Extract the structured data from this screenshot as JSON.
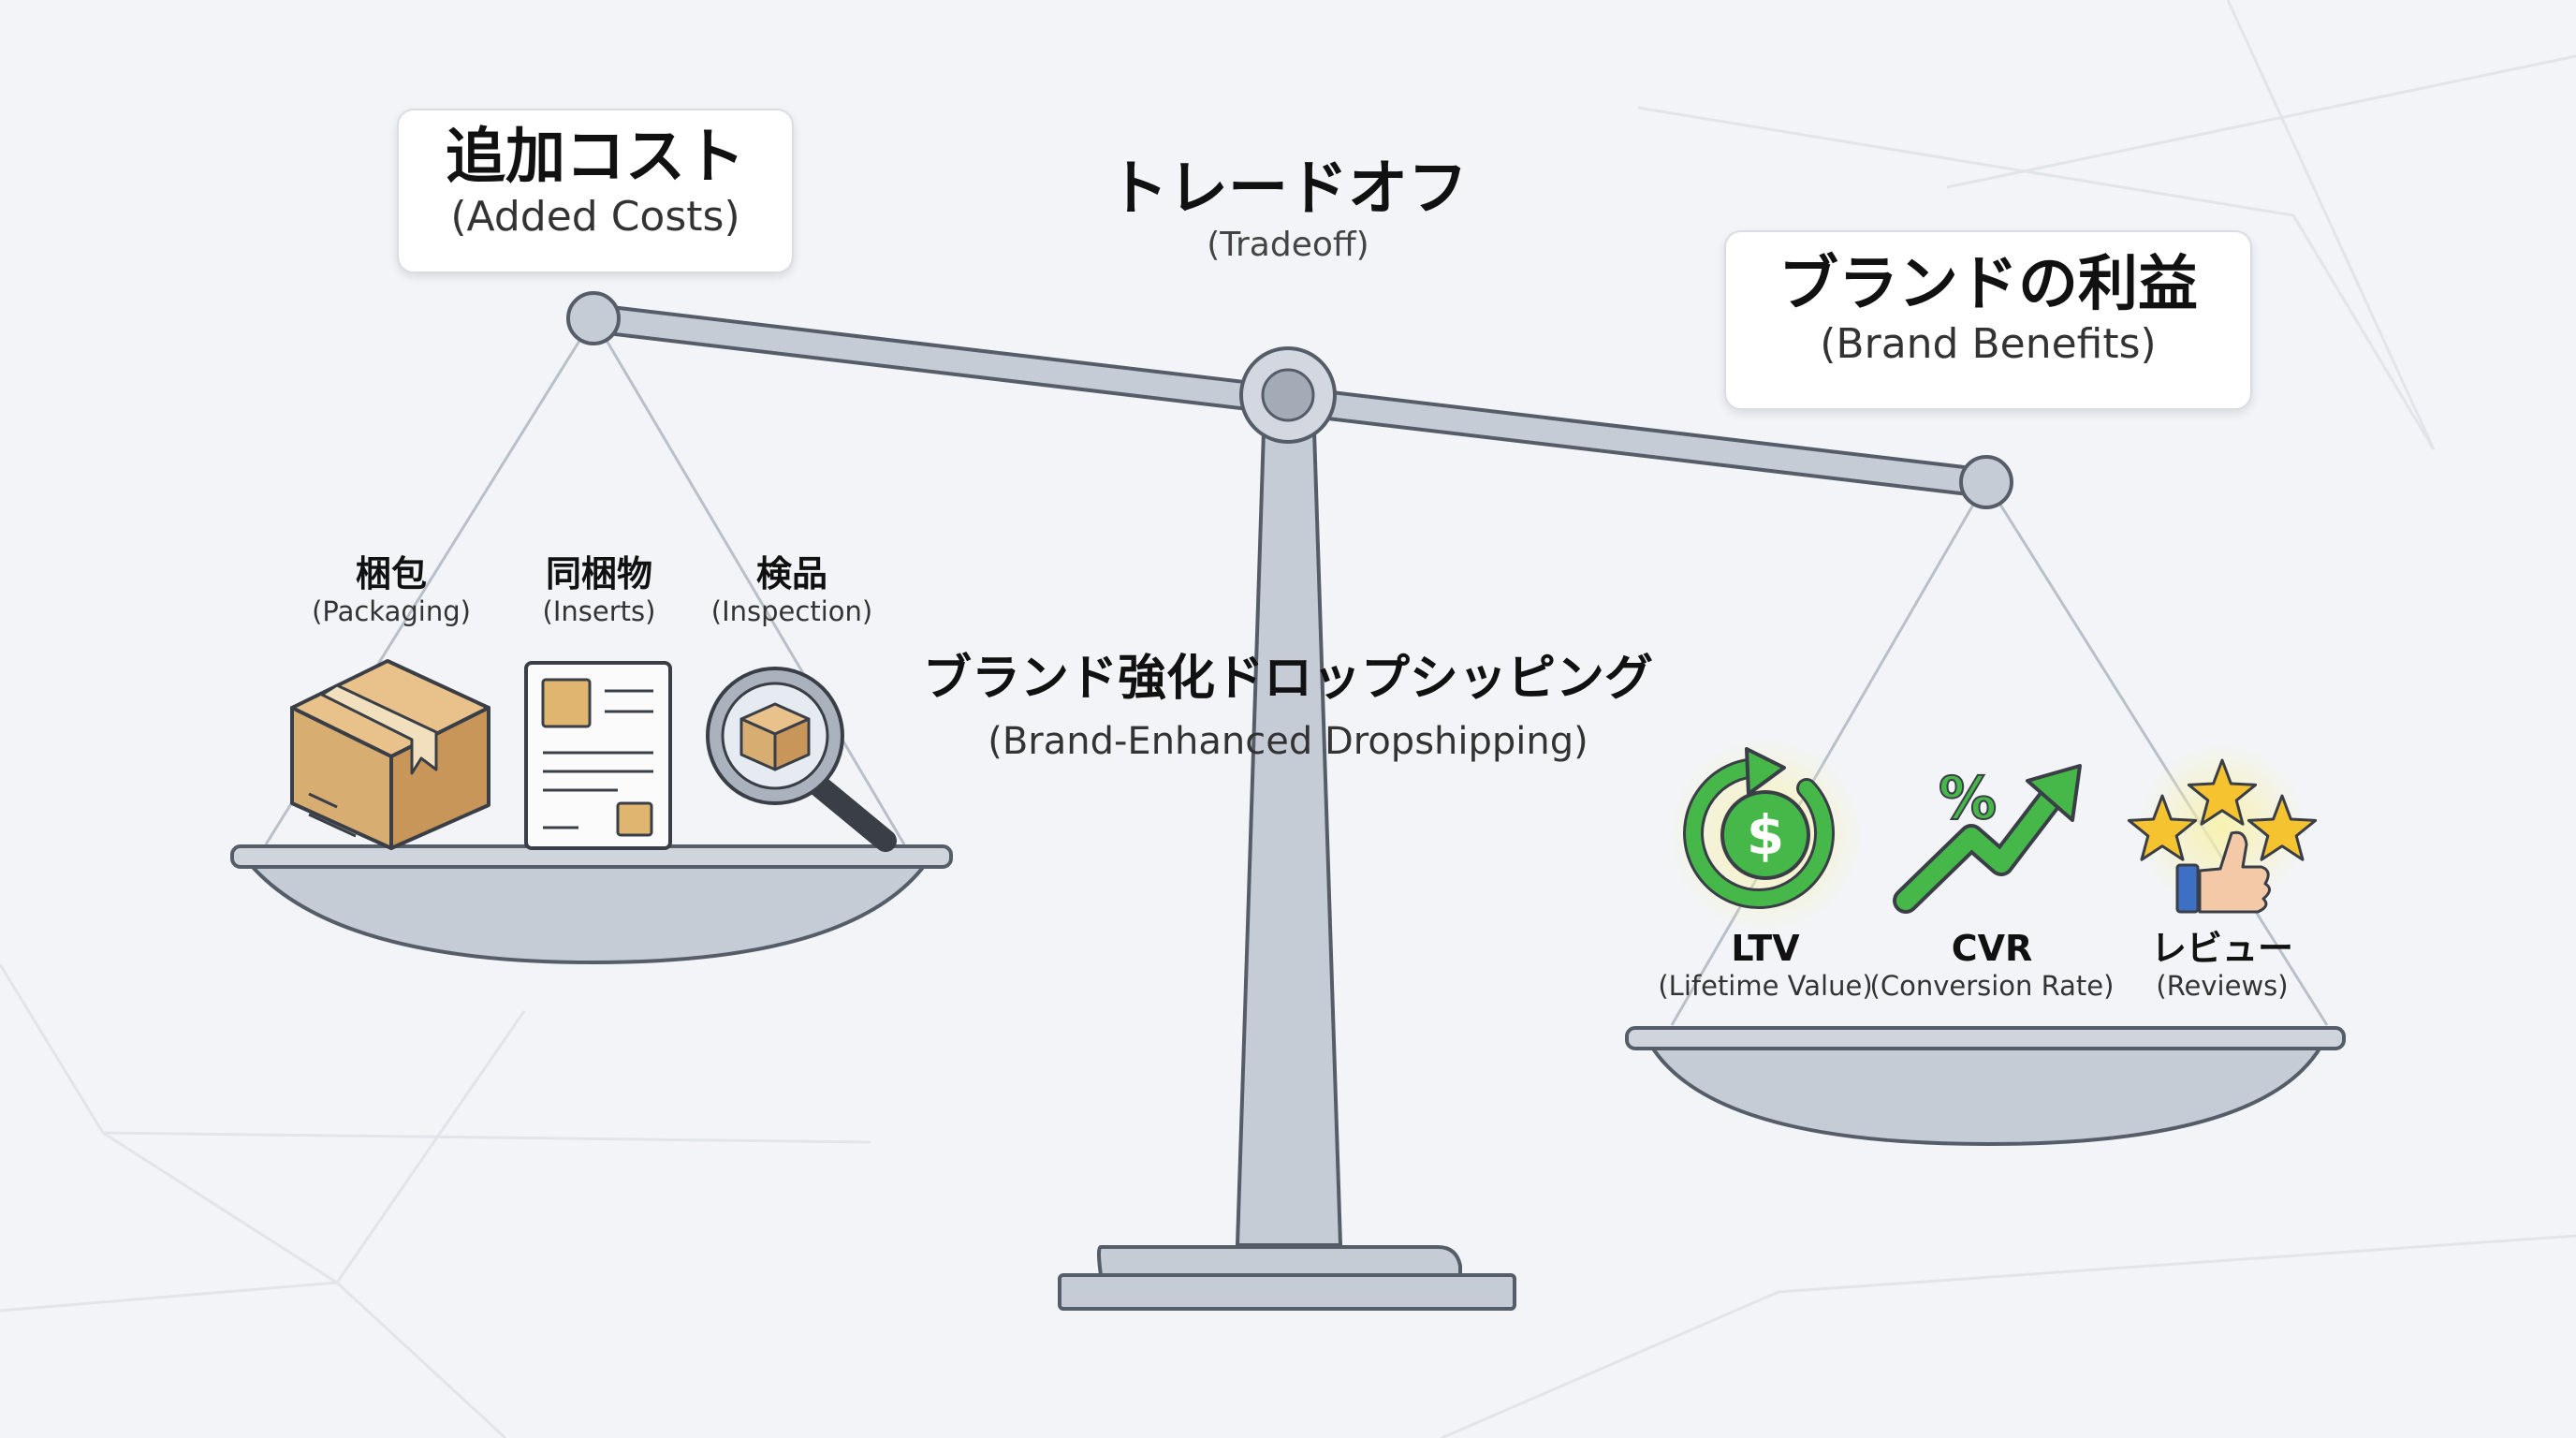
{
  "center": {
    "title_jp": "トレードオフ",
    "title_en": "(Tradeoff)",
    "subject_jp": "ブランド強化ドロップシッピング",
    "subject_en": "(Brand-Enhanced Dropshipping)"
  },
  "costs": {
    "title_jp": "追加コスト",
    "title_en": "(Added Costs)",
    "items": [
      {
        "jp": "梱包",
        "en": "(Packaging)",
        "icon": "cardboard-box-icon"
      },
      {
        "jp": "同梱物",
        "en": "(Inserts)",
        "icon": "document-insert-icon"
      },
      {
        "jp": "検品",
        "en": "(Inspection)",
        "icon": "magnifier-box-icon"
      }
    ]
  },
  "benefits": {
    "title_jp": "ブランドの利益",
    "title_en": "(Brand Benefits)",
    "items": [
      {
        "jp": "LTV",
        "en": "(Lifetime Value)",
        "icon": "dollar-cycle-icon",
        "icon_text": "$"
      },
      {
        "jp": "CVR",
        "en": "(Conversion Rate)",
        "icon": "percent-growth-arrow-icon",
        "icon_text": "%"
      },
      {
        "jp": "レビュー",
        "en": "(Reviews)",
        "icon": "stars-thumbs-up-icon"
      }
    ]
  },
  "colors": {
    "background": "#f2f4f7",
    "scale_fill": "#c6ccd6",
    "scale_stroke": "#555d69",
    "box": "#d8ad72",
    "green": "#46b84a",
    "star": "#f5c330",
    "glow": "#f6f0b4"
  }
}
